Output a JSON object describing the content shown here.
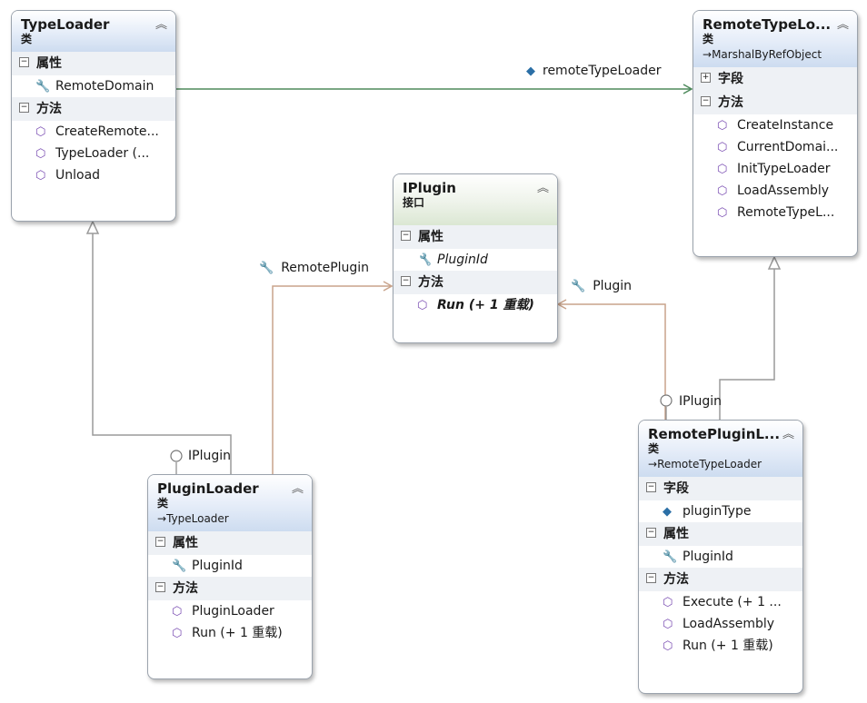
{
  "classes": {
    "typeloader": {
      "name": "TypeLoader",
      "stereotype": "类",
      "sections": {
        "props_label": "属性",
        "methods_label": "方法"
      },
      "props": [
        "RemoteDomain"
      ],
      "methods": [
        "CreateRemote...",
        "TypeLoader (...",
        "Unload"
      ]
    },
    "remotetypeloader": {
      "name": "RemoteTypeLo...",
      "stereotype": "类",
      "base": "MarshalByRefObject",
      "sections": {
        "fields_label": "字段",
        "methods_label": "方法"
      },
      "methods": [
        "CreateInstance",
        "CurrentDomai...",
        "InitTypeLoader",
        "LoadAssembly",
        "RemoteTypeL..."
      ]
    },
    "iplugin": {
      "name": "IPlugin",
      "stereotype": "接口",
      "sections": {
        "props_label": "属性",
        "methods_label": "方法"
      },
      "props": [
        "PluginId"
      ],
      "methods": [
        "Run (+ 1 重载)"
      ]
    },
    "pluginloader": {
      "name": "PluginLoader",
      "stereotype": "类",
      "base": "TypeLoader",
      "sections": {
        "props_label": "属性",
        "methods_label": "方法"
      },
      "props": [
        "PluginId"
      ],
      "methods": [
        "PluginLoader",
        "Run (+ 1 重载)"
      ]
    },
    "remotepluginloader": {
      "name": "RemotePluginL...",
      "stereotype": "类",
      "base": "RemoteTypeLoader",
      "sections": {
        "fields_label": "字段",
        "props_label": "属性",
        "methods_label": "方法"
      },
      "fields": [
        "pluginType"
      ],
      "props": [
        "PluginId"
      ],
      "methods": [
        "Execute (+ 1 ...",
        "LoadAssembly",
        "Run (+ 1 重载)"
      ]
    }
  },
  "associations": {
    "remote_type_loader": "remoteTypeLoader",
    "remote_plugin": "RemotePlugin",
    "plugin": "Plugin"
  },
  "lollipops": {
    "pluginloader_iface": "IPlugin",
    "remotepluginloader_iface": "IPlugin"
  },
  "colors": {
    "inheritance_line": "#9a9a9a",
    "association_green": "#4e8a5c",
    "association_brown": "#c9a48c"
  }
}
